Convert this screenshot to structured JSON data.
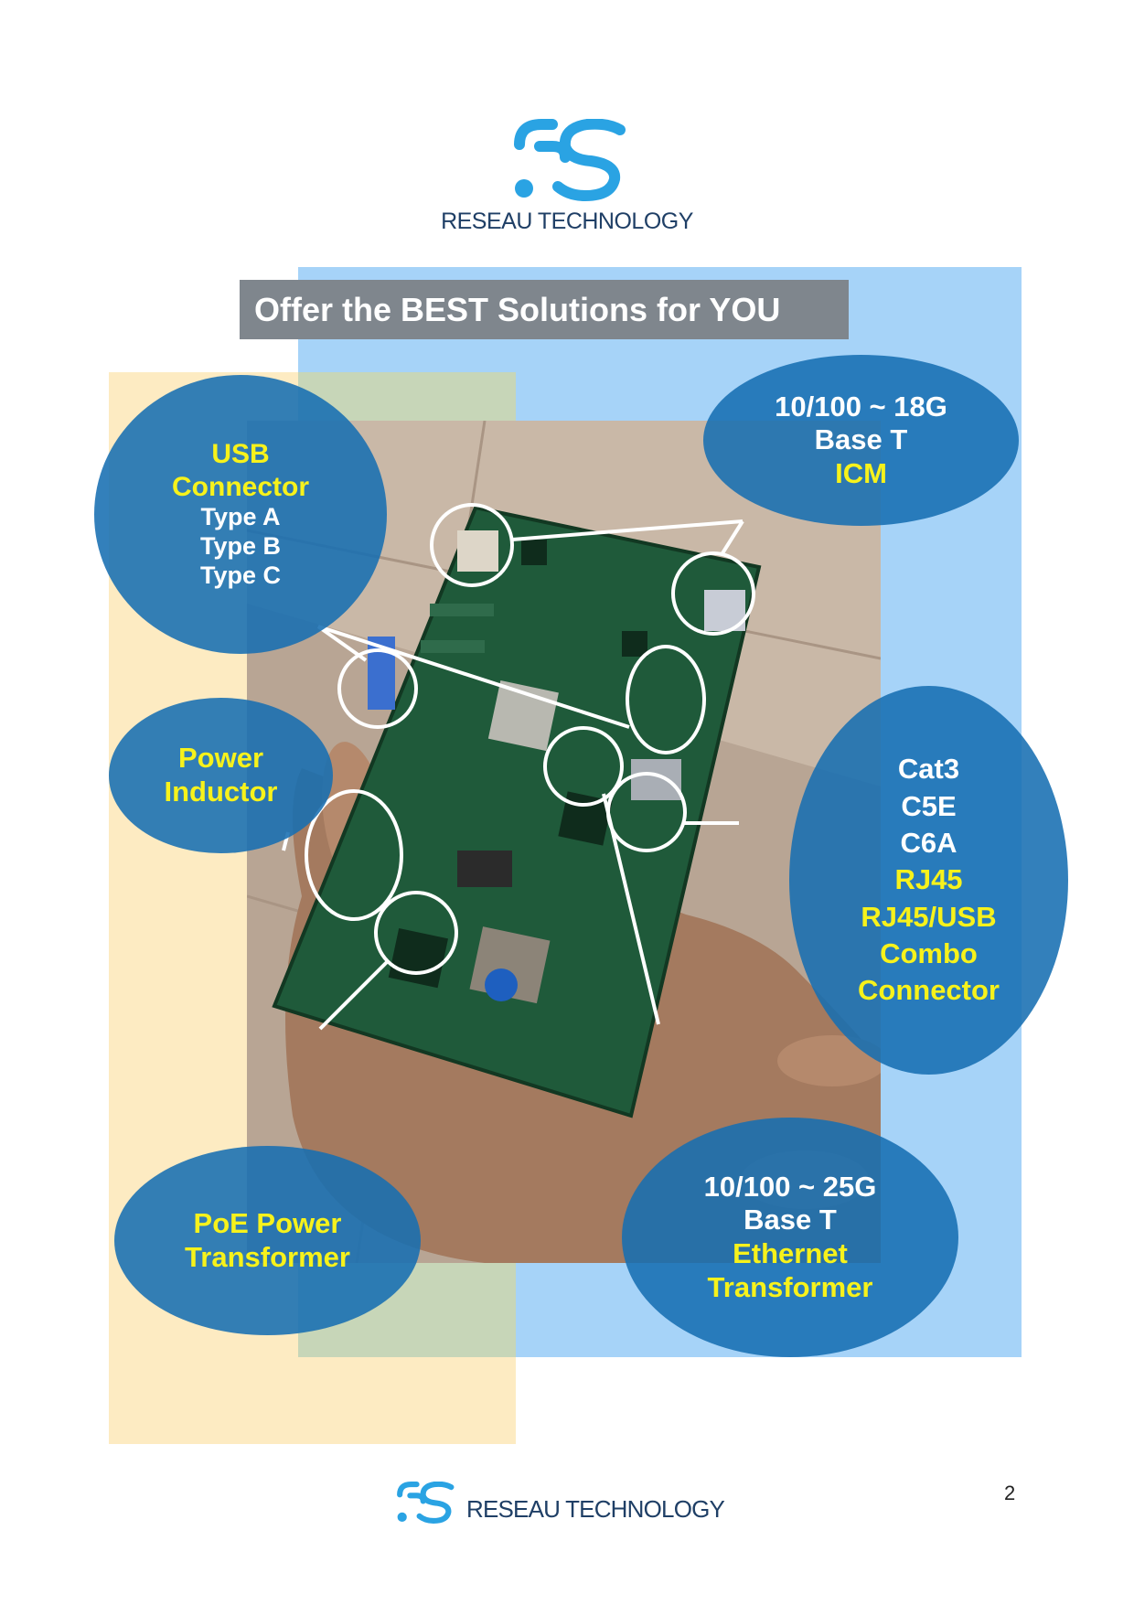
{
  "header": {
    "brand": "RESEAU TECHNOLOGY"
  },
  "title": "Offer the BEST Solutions for YOU",
  "callouts": {
    "usb": {
      "line1": "USB",
      "line2": "Connector",
      "line3": "Type A",
      "line4": "Type B",
      "line5": "Type C"
    },
    "icm": {
      "line1": "10/100 ~ 18G",
      "line2": "Base T",
      "line3": "ICM"
    },
    "power": {
      "line1": "Power",
      "line2": "Inductor"
    },
    "rj45": {
      "line1": "Cat3",
      "line2": "C5E",
      "line3": "C6A",
      "line4": "RJ45",
      "line5": "RJ45/USB",
      "line6": "Combo",
      "line7": "Connector"
    },
    "poe": {
      "line1": "PoE Power",
      "line2": "Transformer"
    },
    "ethernet": {
      "line1": "10/100 ~ 25G",
      "line2": "Base T",
      "line3": "Ethernet",
      "line4": "Transformer"
    }
  },
  "footer": {
    "brand": "RESEAU TECHNOLOGY",
    "page_number": "2"
  },
  "colors": {
    "brand_blue": "#2aa3e3",
    "bubble_blue": "#176eb2",
    "highlight_yellow": "#f7f21b",
    "panel_blue": "#a6d3f8",
    "panel_yellow": "#fdebc2"
  }
}
